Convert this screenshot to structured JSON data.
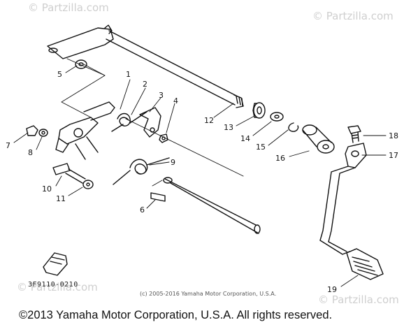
{
  "watermark": "© Partzilla.com",
  "diagram_code": "3F9110-0210",
  "inner_copyright": "(c) 2005-2016 Yamaha Motor Corporation, U.S.A.",
  "footer": "©2013 Yamaha Motor Corporation, U.S.A. All rights reserved.",
  "callouts": {
    "c1": "1",
    "c2": "2",
    "c3": "3",
    "c4": "4",
    "c5": "5",
    "c6": "6",
    "c7": "7",
    "c8": "8",
    "c9": "9",
    "c10": "10",
    "c11": "11",
    "c12": "12",
    "c13": "13",
    "c14": "14",
    "c15": "15",
    "c16": "16",
    "c17": "17",
    "c18": "18",
    "c19": "19"
  }
}
